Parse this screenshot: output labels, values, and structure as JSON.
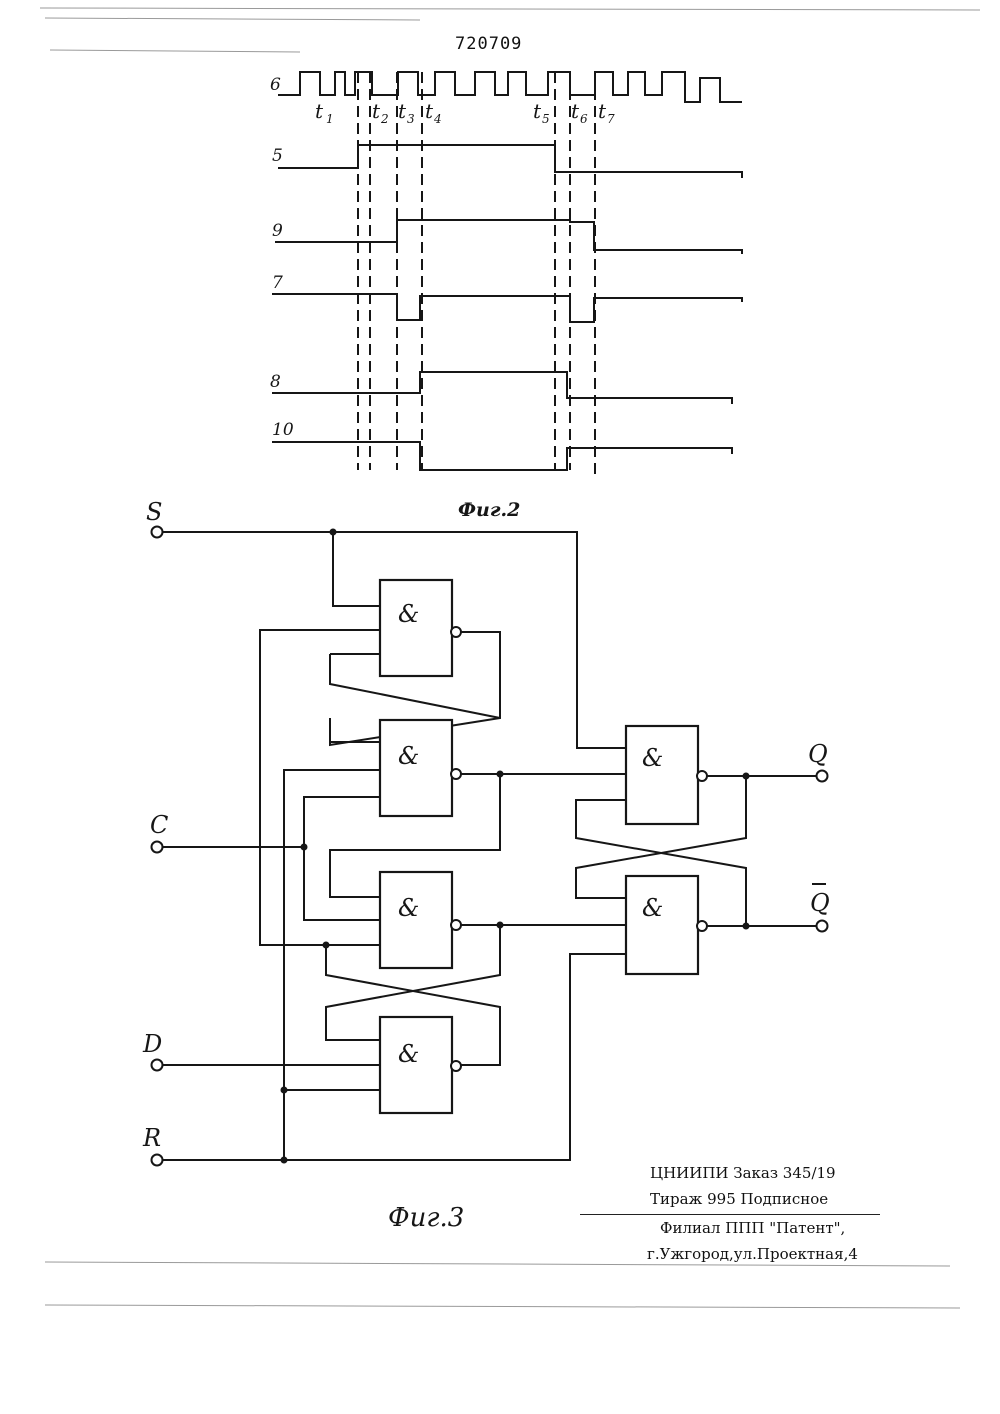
{
  "document": {
    "patent_number": "720709",
    "fig2_caption": "Фиг.2",
    "fig3_caption": "Фиг.3"
  },
  "timing_diagram": {
    "signals": [
      "6",
      "5",
      "9",
      "7",
      "8",
      "10"
    ],
    "time_markers": [
      {
        "main": "t",
        "sub": "1"
      },
      {
        "main": "t",
        "sub": "2"
      },
      {
        "main": "t",
        "sub": "3"
      },
      {
        "main": "t",
        "sub": "4"
      },
      {
        "main": "t",
        "sub": "5"
      },
      {
        "main": "t",
        "sub": "6"
      },
      {
        "main": "t",
        "sub": "7"
      }
    ]
  },
  "circuit": {
    "inputs": [
      "S",
      "C",
      "D",
      "R"
    ],
    "outputs": [
      "Q",
      "Q"
    ],
    "gate_symbol": "&"
  },
  "imprint": {
    "line1": "ЦНИИПИ  Заказ 345/19",
    "line2": "Тираж 995  Подписное",
    "line3": "Филиал ППП \"Патент\",",
    "line4": "г.Ужгород,ул.Проектная,4"
  }
}
